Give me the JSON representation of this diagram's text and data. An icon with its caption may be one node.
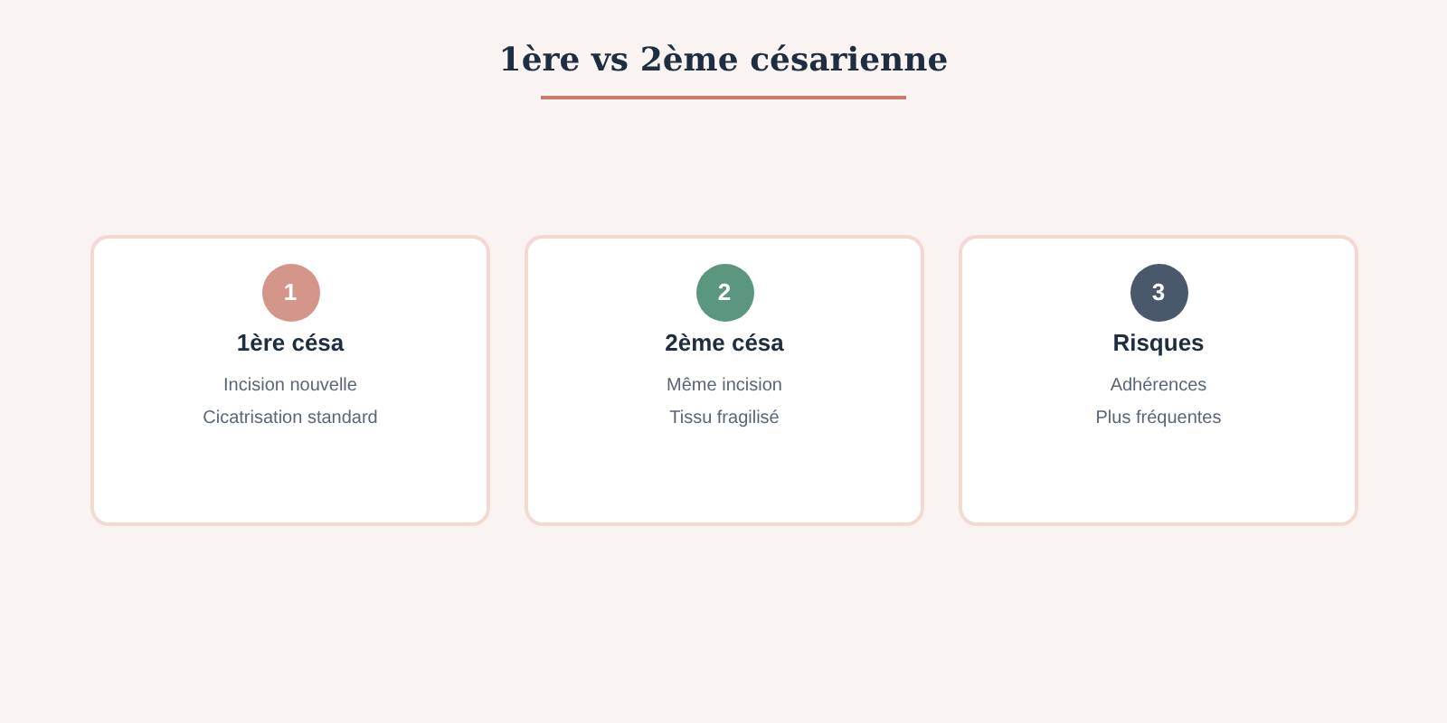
{
  "diagram": {
    "title": "1ère vs 2ème césarienne",
    "nodes": [
      {
        "text": [
          "1ère césa",
          "Incision nouvelle",
          "Cicatrisation standard"
        ]
      },
      {
        "text": [
          "1"
        ],
        "in": 0
      },
      {
        "text": [
          "2ème césa",
          "Même incision",
          "Tissu fragilisé"
        ]
      },
      {
        "text": [
          "2"
        ],
        "in": 2
      },
      {
        "text": [
          "Risques",
          "Adhérences",
          "Plus fréquentes"
        ]
      },
      {
        "text": [
          "3"
        ],
        "in": 4
      }
    ],
    "edges": []
  }
}
